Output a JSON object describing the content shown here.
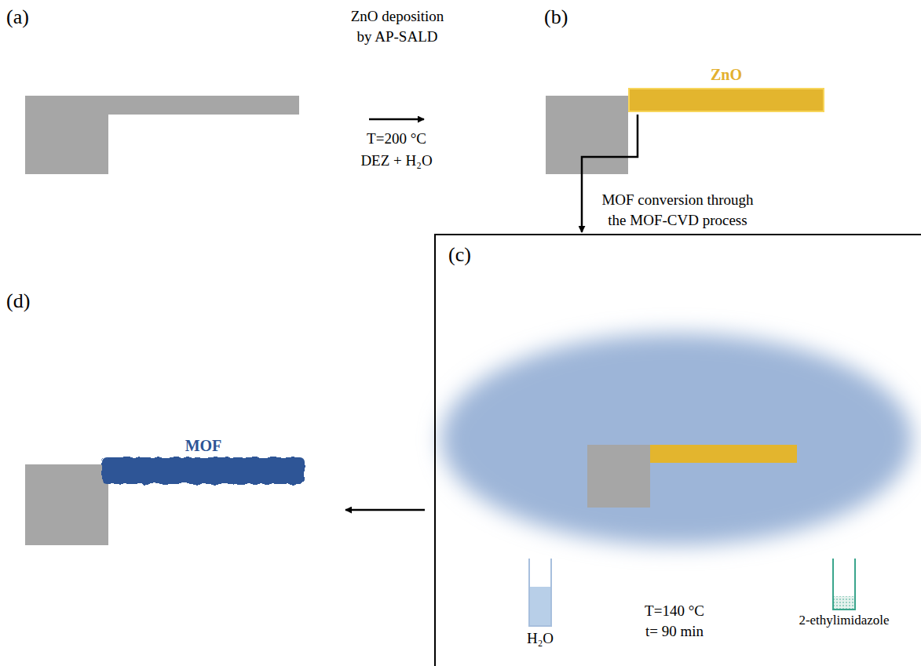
{
  "diagram": {
    "nodes": [
      {
        "text": [
          "ZnO"
        ]
      },
      {
        "text": [
          "MOF"
        ]
      },
      {
        "text": [
          "(c)",
          "T=140 °C t= 90 min"
        ]
      },
      {
        "text": [
          "H₂O"
        ],
        "in": 2
      },
      {
        "text": [
          "2-ethylimidazole"
        ],
        "in": 2
      }
    ],
    "edges": [
      {
        "from": 0,
        "to": 2,
        "arrow": "to",
        "label": "MOF conversion through the MOF-CVD process"
      },
      {
        "from": 2,
        "to": 1,
        "arrow": "to"
      }
    ],
    "labels": [
      "(a)",
      "(b)",
      "(d)",
      "ZnO deposition by AP-SALD",
      "T=200 °C",
      "DEZ + H₂O"
    ]
  }
}
